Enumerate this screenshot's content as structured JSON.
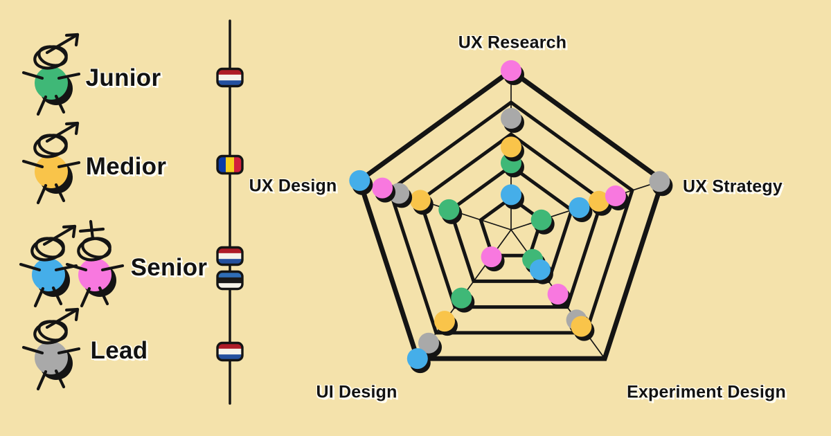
{
  "background_color": "#F4E2AB",
  "ink_color": "#141414",
  "legend": {
    "items": [
      {
        "label": "Junior",
        "members": [
          {
            "color_name": "green",
            "hex": "#3FB877",
            "gender": "male"
          }
        ]
      },
      {
        "label": "Medior",
        "members": [
          {
            "color_name": "yellow",
            "hex": "#F9C44A",
            "gender": "male"
          }
        ]
      },
      {
        "label": "Senior",
        "members": [
          {
            "color_name": "blue",
            "hex": "#45AEE9",
            "gender": "male"
          },
          {
            "color_name": "pink",
            "hex": "#F878DF",
            "gender": "female"
          }
        ]
      },
      {
        "label": "Lead",
        "members": [
          {
            "color_name": "gray",
            "hex": "#A9A9A9",
            "gender": "male"
          }
        ]
      }
    ]
  },
  "timeline": {
    "flags": [
      {
        "country": "Netherlands",
        "orientation": "horizontal",
        "stripes": [
          "#AE1C28",
          "#F6F3EA",
          "#24509F"
        ]
      },
      {
        "country": "Romania",
        "orientation": "vertical",
        "stripes": [
          "#0A3BA8",
          "#F6CF1F",
          "#D21F3C"
        ]
      },
      {
        "country": "Netherlands",
        "orientation": "horizontal",
        "stripes": [
          "#AE1C28",
          "#F6F3EA",
          "#24509F"
        ]
      },
      {
        "country": "Estonia",
        "orientation": "horizontal",
        "stripes": [
          "#2F6DB5",
          "#191919",
          "#F6F3EA"
        ]
      },
      {
        "country": "Netherlands",
        "orientation": "horizontal",
        "stripes": [
          "#AE1C28",
          "#F6F3EA",
          "#24509F"
        ]
      }
    ]
  },
  "chart_data": {
    "type": "radar",
    "categories": [
      "UX Research",
      "UX Strategy",
      "Experiment Design",
      "UI Design",
      "UX Design"
    ],
    "scale": {
      "min": 0,
      "max": 5,
      "rings": 5
    },
    "grid": "pentagon",
    "legend_position": "left",
    "series": [
      {
        "name": "Junior",
        "color": "#3FB877",
        "values": [
          2.1,
          1.0,
          1.15,
          2.65,
          2.05
        ]
      },
      {
        "name": "Medior",
        "color": "#F9C44A",
        "values": [
          2.6,
          2.9,
          3.75,
          3.55,
          3.0
        ]
      },
      {
        "name": "Senior (blue)",
        "color": "#45AEE9",
        "values": [
          1.1,
          2.25,
          1.55,
          5.0,
          5.0
        ]
      },
      {
        "name": "Senior (pink)",
        "color": "#F878DF",
        "values": [
          5.0,
          3.45,
          2.5,
          1.05,
          4.25
        ]
      },
      {
        "name": "Lead",
        "color": "#A9A9A9",
        "values": [
          3.5,
          4.9,
          3.5,
          4.4,
          3.7
        ]
      }
    ]
  }
}
